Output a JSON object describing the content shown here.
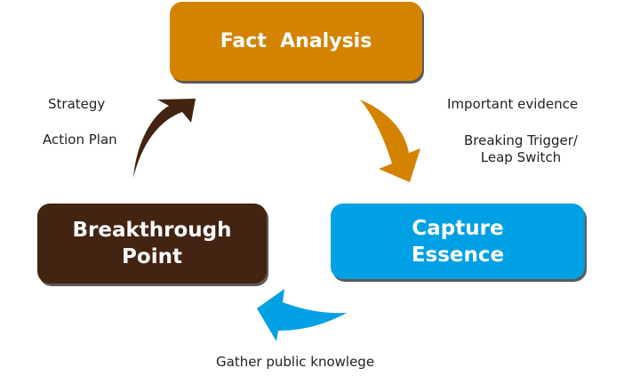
{
  "diagram": {
    "type": "cycle",
    "nodes": [
      {
        "id": "fact",
        "lines": [
          "Fact  Analysis"
        ],
        "color": "#D48300"
      },
      {
        "id": "capture",
        "lines": [
          "Capture",
          "Essence"
        ],
        "color": "#00A0E4"
      },
      {
        "id": "breakthrough",
        "lines": [
          "Breakthrough",
          "Point"
        ],
        "color": "#432311"
      }
    ],
    "edges": [
      {
        "from": "fact",
        "to": "capture",
        "color": "#D48300",
        "labels": [
          "Important evidence",
          "Breaking Trigger/",
          "Leap Switch"
        ]
      },
      {
        "from": "capture",
        "to": "breakthrough",
        "color": "#00A0E4",
        "labels": [
          "Gather public knowlege"
        ]
      },
      {
        "from": "breakthrough",
        "to": "fact",
        "color": "#432311",
        "labels": [
          "Strategy",
          "Action Plan"
        ]
      }
    ]
  },
  "labels": {
    "strategy": "Strategy",
    "action_plan": "Action Plan",
    "important_evidence": "Important evidence",
    "breaking_trigger": "Breaking Trigger/",
    "leap_switch": "Leap Switch",
    "gather": "Gather public knowlege"
  },
  "colors": {
    "fact": "#D48300",
    "capture": "#00A0E4",
    "breakthrough": "#432311",
    "shadow": "#5a5a5a",
    "text": "#222222"
  }
}
